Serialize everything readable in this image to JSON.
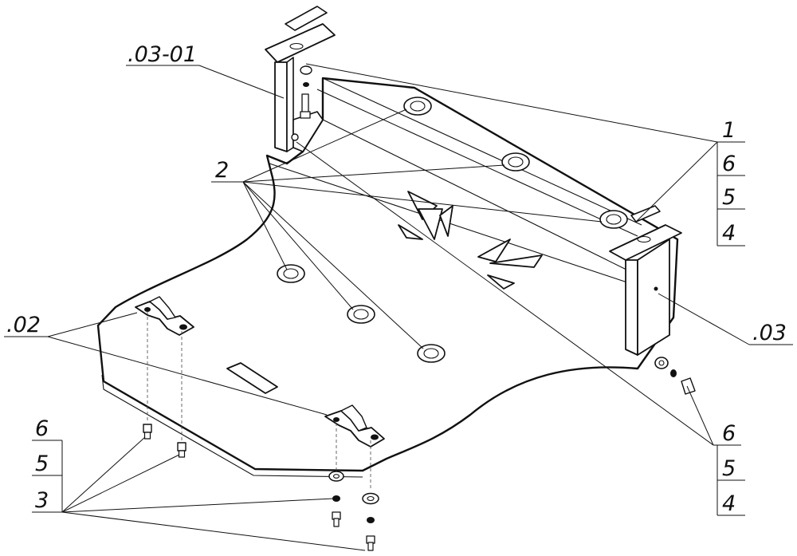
{
  "drawing": {
    "callouts": {
      "sub_03_01": ".03-01",
      "sub_02": ".02",
      "sub_03": ".03",
      "part_2": "2",
      "stack_right_top": [
        "1",
        "6",
        "5",
        "4"
      ],
      "stack_right_bottom": [
        "6",
        "5",
        "4"
      ],
      "stack_left_bottom": [
        "6",
        "5",
        "3"
      ]
    }
  }
}
